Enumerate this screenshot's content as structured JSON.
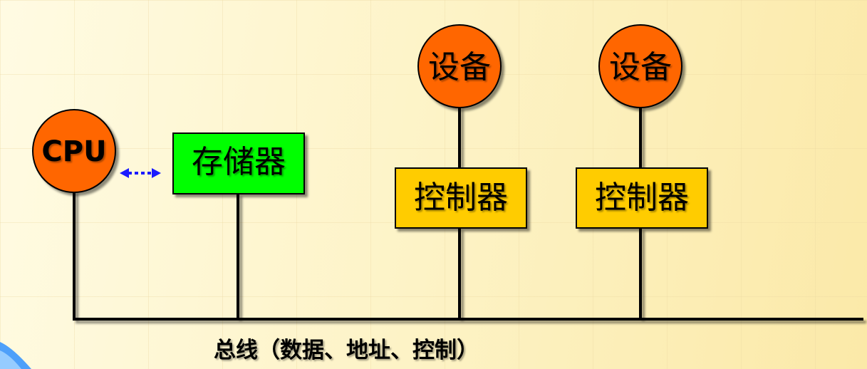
{
  "nodes": {
    "cpu": {
      "label": "CPU"
    },
    "memory": {
      "label": "存储器"
    },
    "device_1": {
      "label": "设备"
    },
    "device_2": {
      "label": "设备"
    },
    "controller_1": {
      "label": "控制器"
    },
    "controller_2": {
      "label": "控制器"
    }
  },
  "bus": {
    "label": "总线（数据、地址、控制）"
  },
  "colors": {
    "device_fill": "#ff6600",
    "memory_fill": "#00ff00",
    "controller_fill": "#ffcc00",
    "arrow": "#1a1aff",
    "line": "#000000"
  }
}
